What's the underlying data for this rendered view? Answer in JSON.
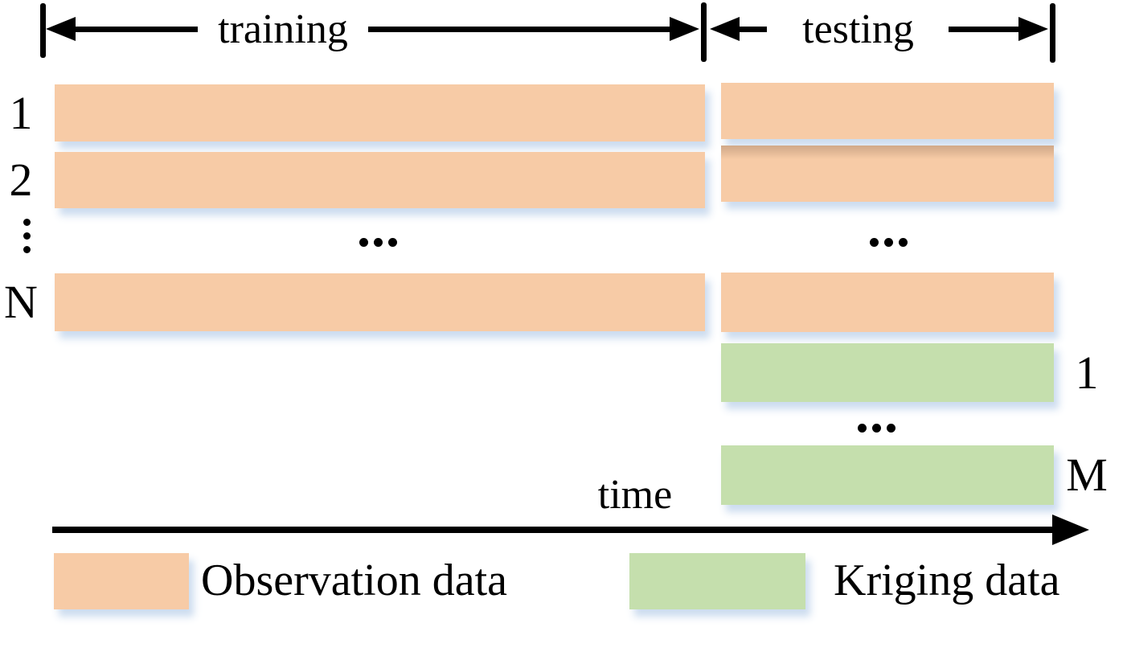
{
  "diagram": {
    "top": {
      "training_label": "training",
      "testing_label": "testing"
    },
    "observation_rows": {
      "row1_label": "1",
      "row2_label": "2",
      "vertical_ellipsis": "⋮",
      "rowN_label": "N",
      "between_rows_ellipsis": "···"
    },
    "kriging_rows": {
      "row1_label": "1",
      "between_rows_ellipsis": "···",
      "rowM_label": "M"
    },
    "axis": {
      "label": "time"
    },
    "legend": {
      "observation_label": "Observation data",
      "kriging_label": "Kriging data"
    }
  },
  "colors": {
    "observation-fill": "#f7cba6",
    "kriging-fill": "#c5dfad",
    "bar-shadow": "#c9daee",
    "ink": "#000000"
  }
}
